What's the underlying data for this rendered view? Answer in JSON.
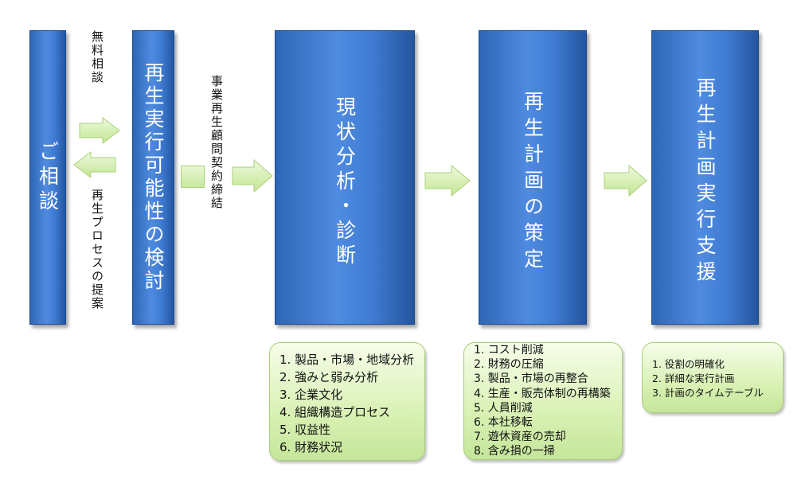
{
  "steps": {
    "consult": "ご相談",
    "feasibility": "再生実行可能性の検討",
    "analysis": "現状分析・診断",
    "plan": "再生計画の策定",
    "support": "再生計画実行支援"
  },
  "labels": {
    "free_consult": "無料相談",
    "proposal": "再生プロセスの提案",
    "contract": "事業再生顧問契約締結"
  },
  "analysis_items": [
    "1. 製品・市場・地域分析",
    "2. 強みと弱み分析",
    "3. 企業文化",
    "4. 組織構造プロセス",
    "5. 収益性",
    "6. 財務状況"
  ],
  "plan_items": [
    "1. コスト削減",
    "2. 財務の圧縮",
    "3. 製品・市場の再整合",
    "4. 生産・販売体制の再構築",
    "5. 人員削減",
    "6. 本社移転",
    "7. 遊休資産の売却",
    "8. 含み損の一掃"
  ],
  "support_items": [
    "1. 役割の明確化",
    "2. 詳細な実行計画",
    "3. 計画のタイムテーブル"
  ],
  "colors": {
    "step_blue": "#3f7bd2",
    "arrow_green": "#cdeba6",
    "box_green": "#d9f1b4"
  }
}
